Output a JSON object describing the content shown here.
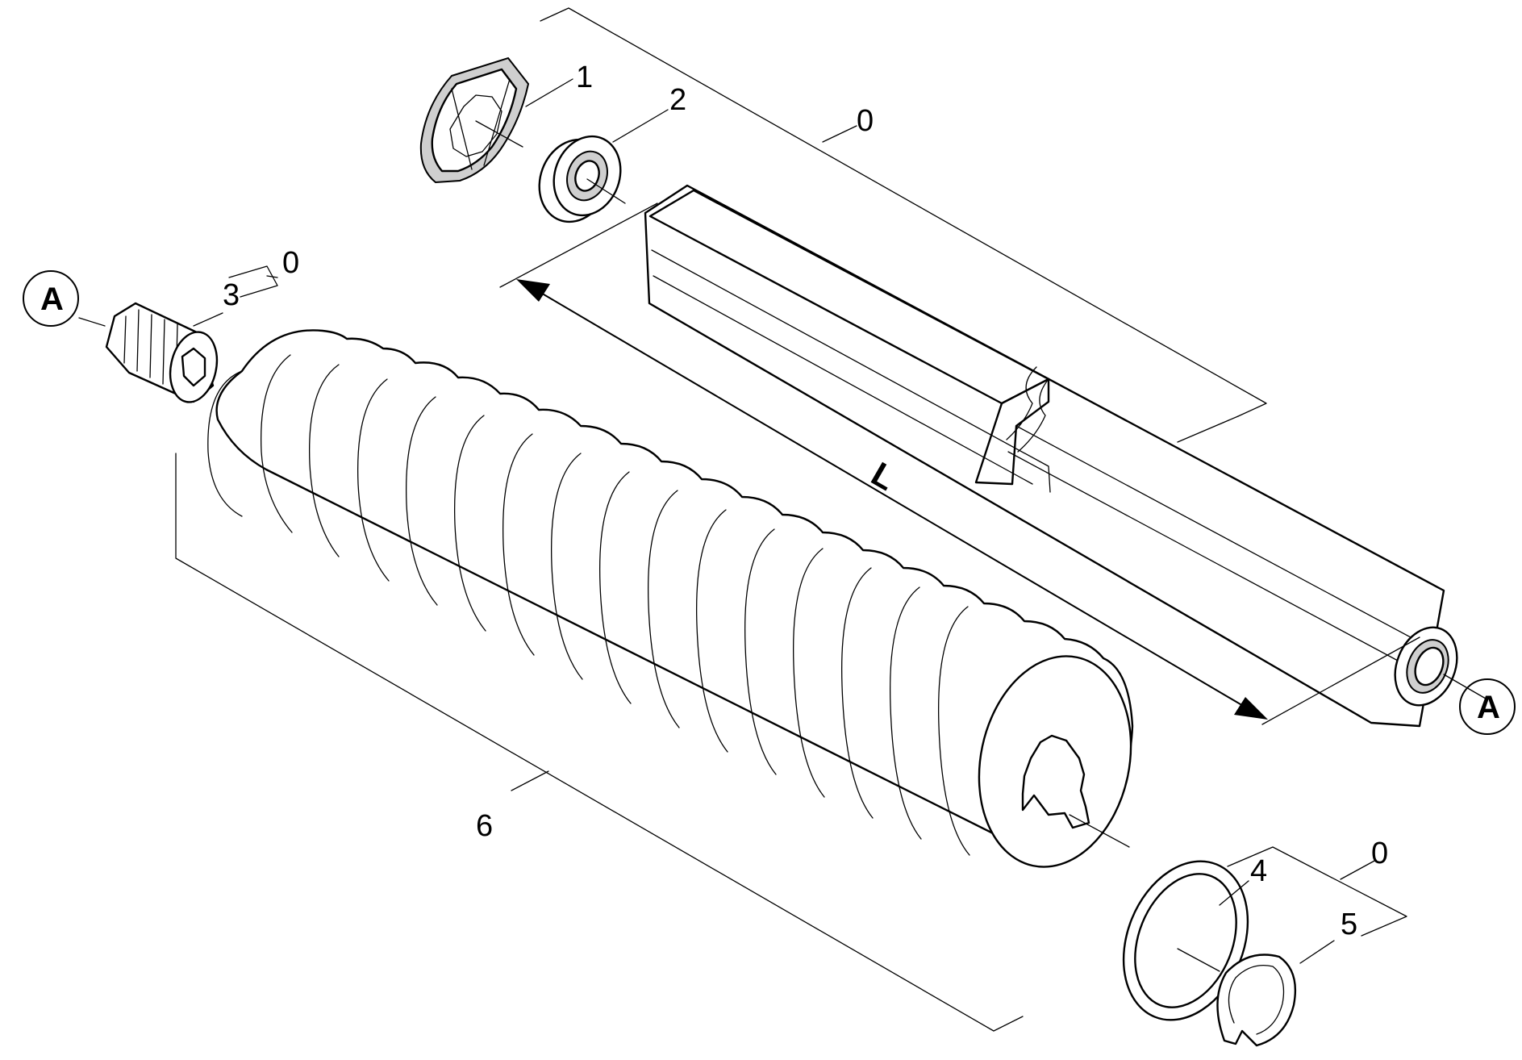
{
  "labels": {
    "part_0_shaft": "0",
    "part_0_hub": "0",
    "part_0_washers": "0",
    "part_1": "1",
    "part_2": "2",
    "part_3": "3",
    "part_4": "4",
    "part_5": "5",
    "part_6": "6",
    "ref_a_left": "A",
    "ref_a_right": "A",
    "dimension": "L"
  }
}
